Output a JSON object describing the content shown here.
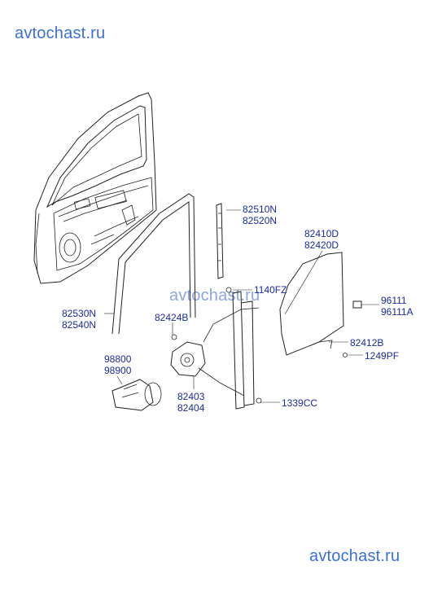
{
  "watermark": "avtochast.ru",
  "callouts": {
    "door_frame": [
      "82530N",
      "82540N"
    ],
    "channel": [
      "82510N",
      "82520N"
    ],
    "bolt_top": "1140FZ",
    "glass": [
      "82410D",
      "82420D"
    ],
    "sticker": [
      "96111",
      "96111A"
    ],
    "bolt_left": "82424B",
    "glass_clip": "82412B",
    "clip_bolt": "1249PF",
    "motor": [
      "98800",
      "98900"
    ],
    "regulator": [
      "82403",
      "82404"
    ],
    "nut_bottom": "1339CC"
  }
}
